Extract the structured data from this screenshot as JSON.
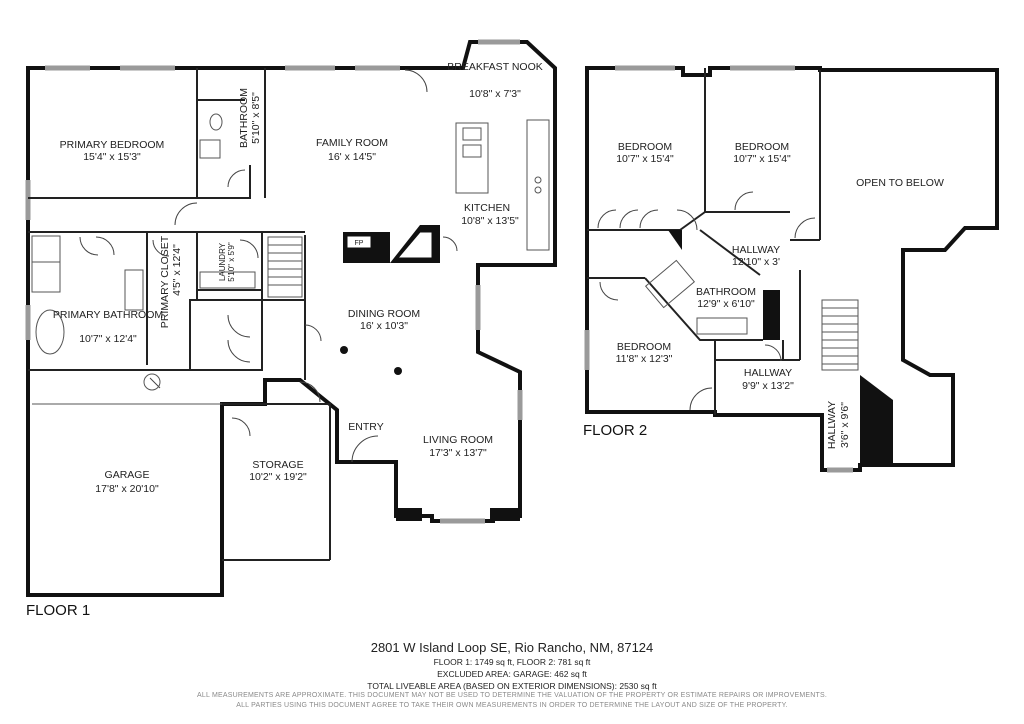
{
  "floors": [
    {
      "label": "FLOOR 1",
      "rooms": [
        {
          "name": "PRIMARY BEDROOM",
          "dims": "15'4\" x 15'3\""
        },
        {
          "name": "BATHROOM",
          "dims": "5'10\" x 8'5\""
        },
        {
          "name": "FAMILY ROOM",
          "dims": "16' x 14'5\""
        },
        {
          "name": "BREAKFAST NOOK",
          "dims": "10'8\" x 7'3\""
        },
        {
          "name": "KITCHEN",
          "dims": "10'8\" x 13'5\""
        },
        {
          "name": "FP",
          "dims": ""
        },
        {
          "name": "PRIMARY CLOSET",
          "dims": "4'5\" x 12'4\""
        },
        {
          "name": "LAUNDRY",
          "dims": "5'10\" x 5'9\""
        },
        {
          "name": "PRIMARY BATHROOM",
          "dims": "10'7\" x 12'4\""
        },
        {
          "name": "DINING ROOM",
          "dims": "16' x 10'3\""
        },
        {
          "name": "ENTRY",
          "dims": ""
        },
        {
          "name": "LIVING ROOM",
          "dims": "17'3\" x 13'7\""
        },
        {
          "name": "GARAGE",
          "dims": "17'8\" x 20'10\""
        },
        {
          "name": "STORAGE",
          "dims": "10'2\" x 19'2\""
        }
      ]
    },
    {
      "label": "FLOOR 2",
      "rooms": [
        {
          "name": "BEDROOM",
          "dims": "10'7\" x 15'4\""
        },
        {
          "name": "BEDROOM",
          "dims": "10'7\" x 15'4\""
        },
        {
          "name": "OPEN TO BELOW",
          "dims": ""
        },
        {
          "name": "HALLWAY",
          "dims": "12'10\" x 3'"
        },
        {
          "name": "BATHROOM",
          "dims": "12'9\" x 6'10\""
        },
        {
          "name": "BEDROOM",
          "dims": "11'8\" x 12'3\""
        },
        {
          "name": "HALLWAY",
          "dims": "9'9\" x 13'2\""
        },
        {
          "name": "HALLWAY",
          "dims": "3'6\" x 9'6\""
        }
      ]
    }
  ],
  "footer": {
    "address": "2801 W Island Loop SE, Rio Rancho, NM, 87124",
    "line1": "FLOOR 1: 1749 sq ft, FLOOR 2: 781 sq ft",
    "line2": "EXCLUDED AREA: GARAGE: 462 sq ft",
    "line3": "TOTAL LIVEABLE AREA (BASED ON EXTERIOR DIMENSIONS): 2530 sq ft",
    "disclaimer1": "ALL MEASUREMENTS ARE APPROXIMATE. THIS DOCUMENT MAY NOT BE USED TO DETERMINE THE VALUATION OF THE PROPERTY OR ESTIMATE REPAIRS OR IMPROVEMENTS.",
    "disclaimer2": "ALL PARTIES USING THIS DOCUMENT AGREE TO TAKE THEIR OWN MEASUREMENTS IN ORDER TO DETERMINE THE LAYOUT AND SIZE OF THE PROPERTY."
  }
}
